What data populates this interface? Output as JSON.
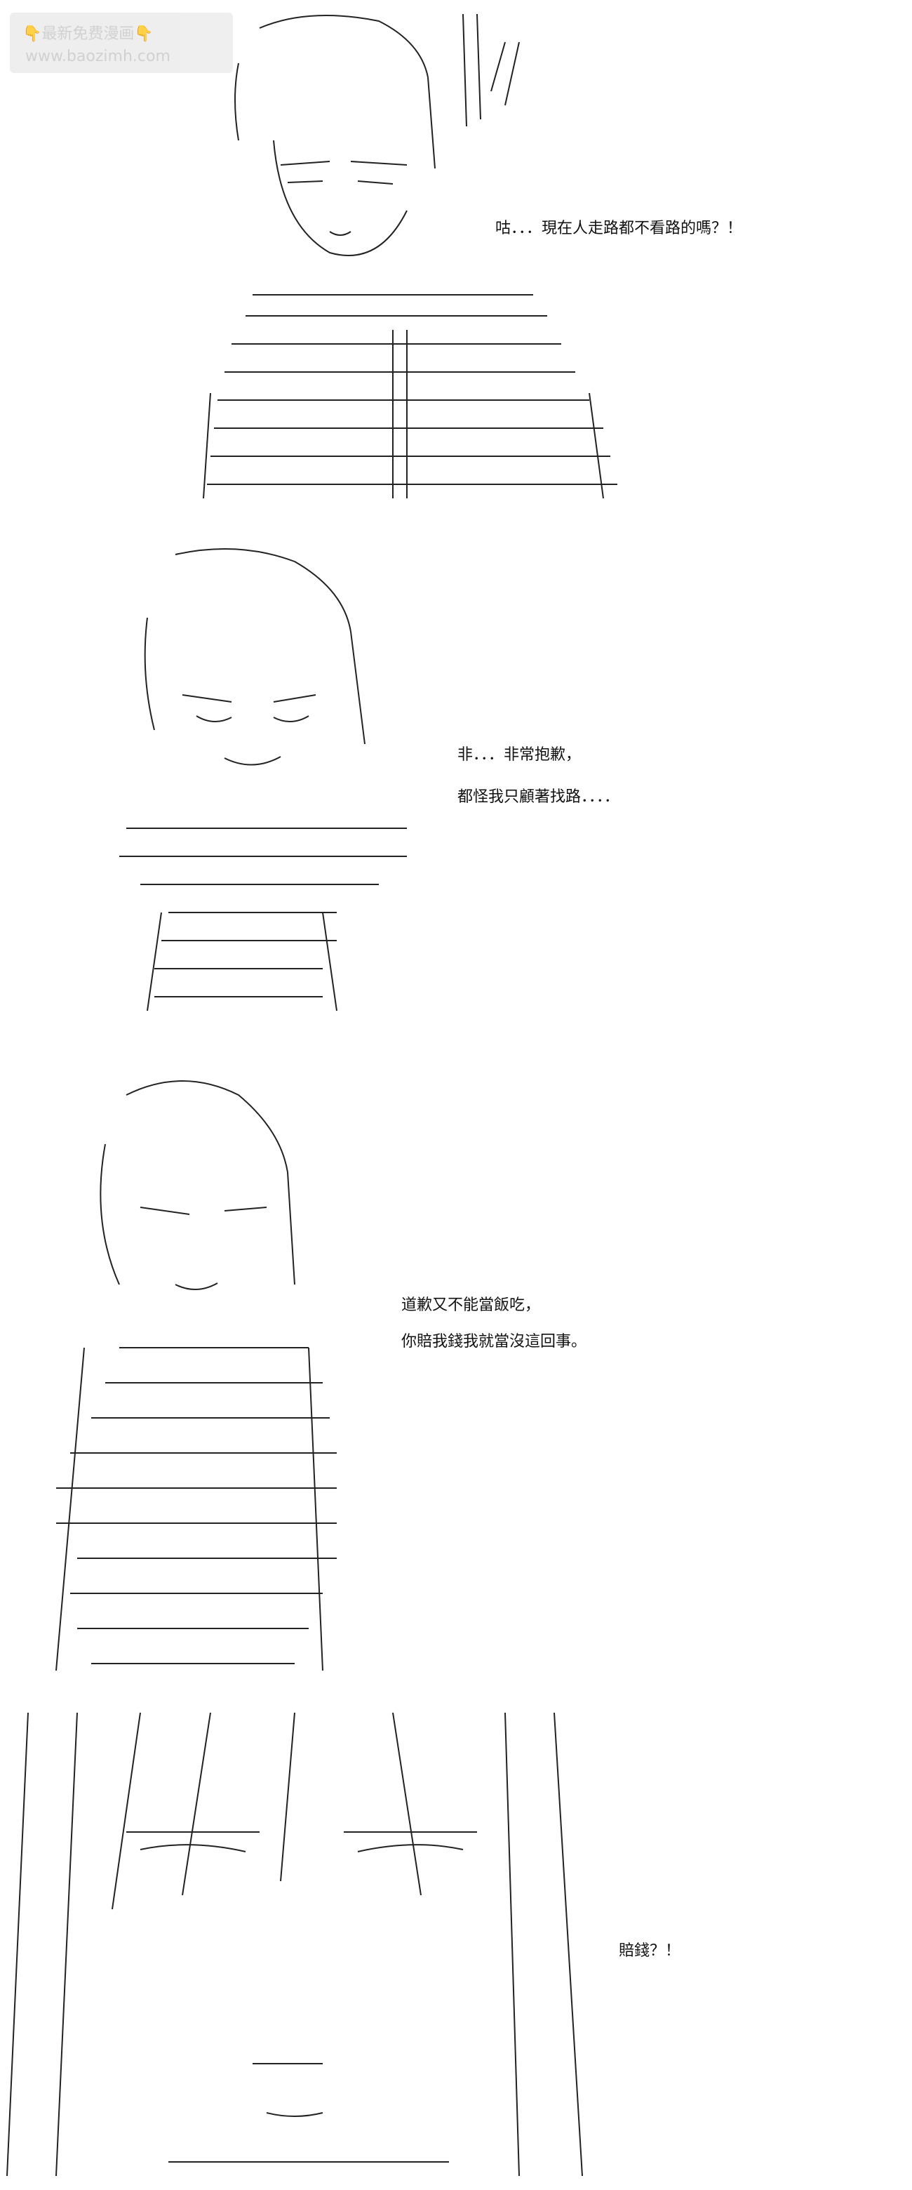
{
  "watermark": {
    "line1": "最新免费漫画",
    "line2": "www.baozimh.com",
    "hand_left": "👇",
    "hand_right": "👇"
  },
  "panels": [
    {
      "dialog": [
        "咕．．．現在人走路都不看路的嗎？！"
      ]
    },
    {
      "dialog": [
        "非．．．非常抱歉，",
        "都怪我只顧著找路．．．．"
      ]
    },
    {
      "dialog": [
        "道歉又不能當飯吃，",
        "你賠我錢我就當沒這回事。"
      ]
    },
    {
      "dialog": [
        "賠錢？！"
      ]
    }
  ],
  "colors": {
    "art_stroke": "#222222",
    "watermark_text": "#c9c9c9",
    "watermark_bg": "#ececec"
  }
}
